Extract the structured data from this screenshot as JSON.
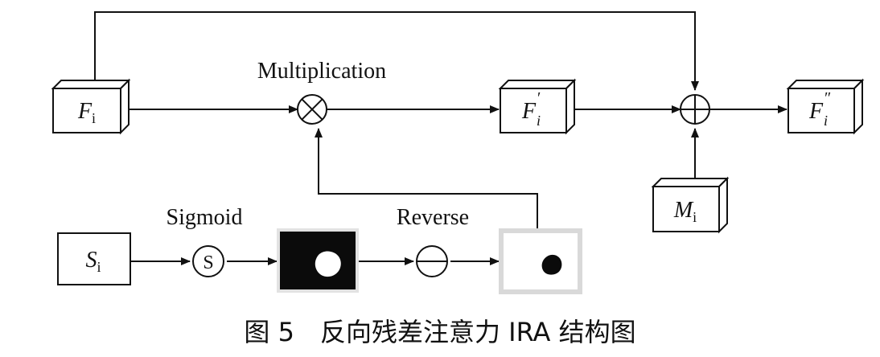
{
  "nodes": {
    "fi": {
      "symbol": "F",
      "sub": "i",
      "sup": ""
    },
    "fi_prime": {
      "symbol": "F",
      "sub": "i",
      "sup": "′"
    },
    "fi_dprime": {
      "symbol": "F",
      "sub": "i",
      "sup": "″"
    },
    "mi": {
      "symbol": "M",
      "sub": "i",
      "sup": ""
    },
    "si": {
      "symbol": "S",
      "sub": "i",
      "sup": ""
    }
  },
  "operators": {
    "multiplication_label": "Multiplication",
    "sigmoid_label": "Sigmoid",
    "sigmoid_symbol": "S",
    "reverse_label": "Reverse"
  },
  "caption": {
    "text": "图 5　反向残差注意力 IRA 结构图"
  }
}
